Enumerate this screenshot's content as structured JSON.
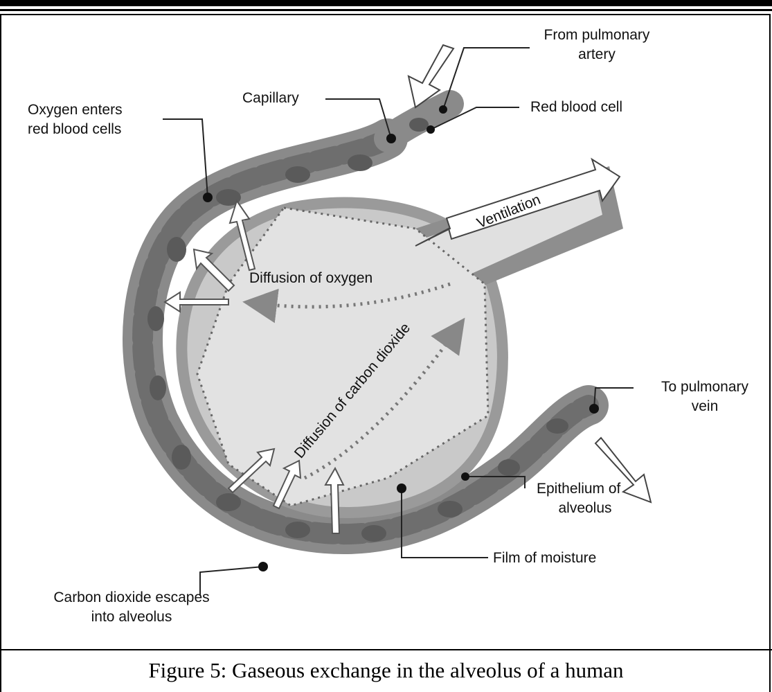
{
  "labels": {
    "from_pulmonary_artery": [
      "From pulmonary",
      "artery"
    ],
    "capillary": "Capillary",
    "red_blood_cell": "Red blood cell",
    "oxygen_enters": [
      "Oxygen enters",
      "red blood cells"
    ],
    "ventilation": "Ventilation",
    "diffusion_oxygen": "Diffusion of oxygen",
    "diffusion_co2": "Diffusion of carbon dioxide",
    "to_pulmonary_vein": [
      "To pulmonary",
      "vein"
    ],
    "epithelium": [
      "Epithelium of",
      "alveolus"
    ],
    "film_moisture": "Film of moisture",
    "co2_escapes": [
      "Carbon dioxide escapes",
      "into alveolus"
    ]
  },
  "caption": "Figure 5: Gaseous exchange in the alveolus of a human",
  "colors": {
    "capillary": "#7a7a7a",
    "blood_cell": "#555555",
    "alveolus_fill": "#e2e2e2",
    "wall": "#b0b0b0"
  }
}
